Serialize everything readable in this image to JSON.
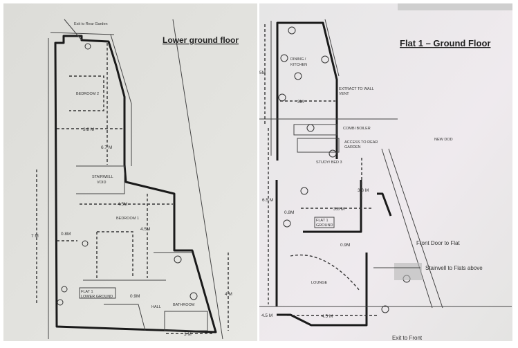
{
  "lower_ground": {
    "title": "Lower ground floor",
    "exit_rear": "Exit to Rear Garden",
    "bedroom2": "BEDROOM 2",
    "dim_3_8": "3.8 M",
    "dim_6_7": "6.7 M",
    "stairwell": "STAIRWELL",
    "void": "VOID",
    "dim_4_5a": "4.5M",
    "bedroom1": "BEDROOM 1",
    "dim_4_5b": "4.5M",
    "dim_0_8": "0.8M",
    "dim_7": "7 M",
    "flat_label_1": "FLAT 1",
    "flat_label_2": "LOWER GROUND",
    "dim_0_9": "0.9M",
    "hall": "HALL",
    "bathroom": "BATHROOM",
    "dim_4": "4 M",
    "dim_3": "3 M"
  },
  "ground": {
    "title": "Flat 1 – Ground Floor",
    "dining_1": "DINING /",
    "dining_2": "KITCHEN",
    "dim_5": "5M",
    "extract_1": "EXTRACT TO WALL",
    "extract_2": "VENT",
    "dim_3": "3M",
    "combi": "COMBI BOILER",
    "access_1": "ACCESS TO REAR",
    "access_2": "GARDEN",
    "new_door": "NEW DOD",
    "study": "STUDY/ BED 3",
    "dim_3_3": "3.3 M",
    "dim_6_5": "6.5 M",
    "dim_3_8": "3.8 M",
    "dim_0_8": "0.8M",
    "flat_label_1": "FLAT 1",
    "flat_label_2": "GROUND",
    "dim_0_9": "0.9M",
    "front_door": "Front Door to Flat",
    "stairwell_above": "Stairwell to Flats above",
    "lounge": "LOUNGE",
    "dim_4_5a": "4.5 M",
    "dim_4_5b": "4.5 M",
    "exit_front": "Exit to Front"
  }
}
